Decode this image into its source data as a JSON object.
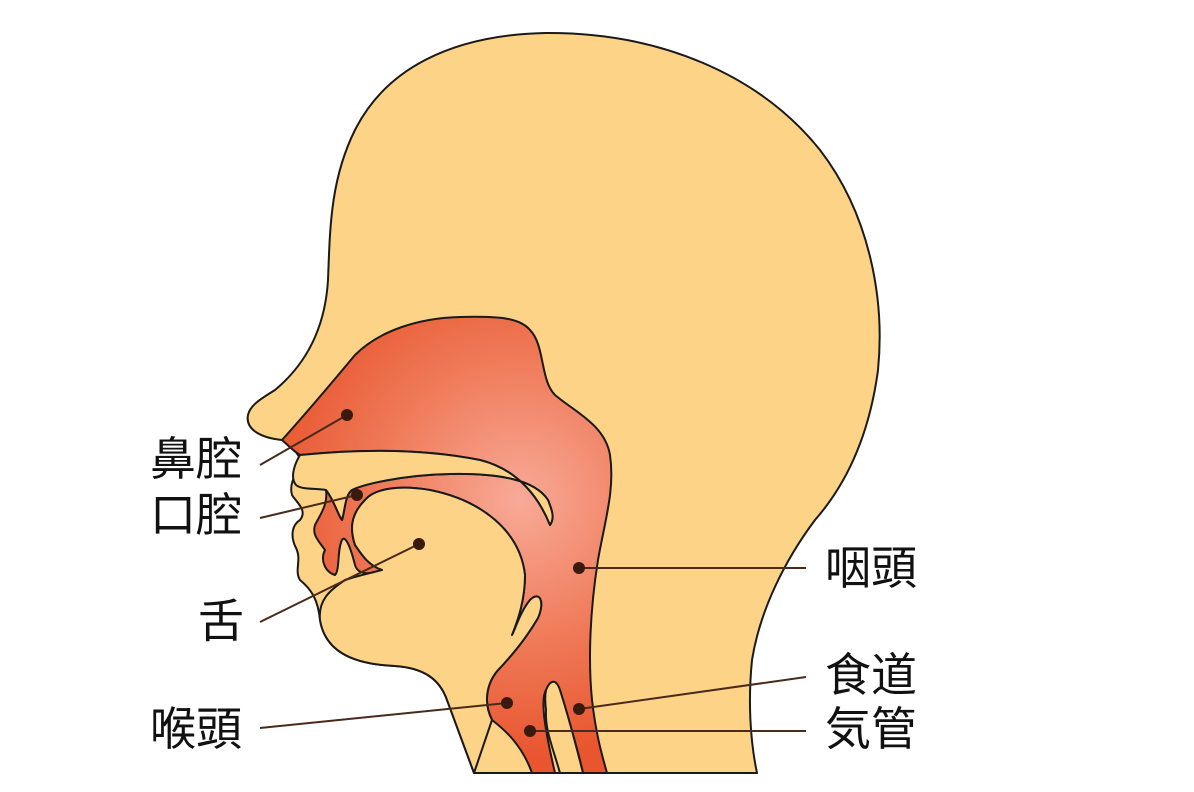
{
  "colors": {
    "skin": "#fdd387",
    "airway_dark": "#e8552e",
    "airway_light": "#f7a793",
    "outline": "#1a1a1a",
    "leader": "#4a2a1a",
    "dot": "#3a1a0c",
    "text": "#111111",
    "background": "#ffffff"
  },
  "labels": {
    "nasal_cavity": "鼻腔",
    "oral_cavity": "口腔",
    "tongue": "舌",
    "larynx": "喉頭",
    "pharynx": "咽頭",
    "esophagus": "食道",
    "trachea": "気管"
  },
  "markers": [
    {
      "id": "nasal_cavity",
      "dot": [
        347,
        415
      ],
      "line_end": [
        260,
        465
      ]
    },
    {
      "id": "oral_cavity",
      "dot": [
        357,
        495
      ],
      "line_end": [
        260,
        518
      ]
    },
    {
      "id": "tongue",
      "dot": [
        419,
        544
      ],
      "line_end": [
        260,
        622
      ]
    },
    {
      "id": "larynx",
      "dot": [
        507,
        703
      ],
      "line_end": [
        260,
        728
      ]
    },
    {
      "id": "pharynx",
      "dot": [
        579,
        568
      ],
      "line_end": [
        806,
        568
      ]
    },
    {
      "id": "esophagus",
      "dot": [
        579,
        709
      ],
      "line_end": [
        806,
        677
      ]
    },
    {
      "id": "trachea",
      "dot": [
        530,
        731
      ],
      "line_end": [
        806,
        731
      ]
    }
  ]
}
